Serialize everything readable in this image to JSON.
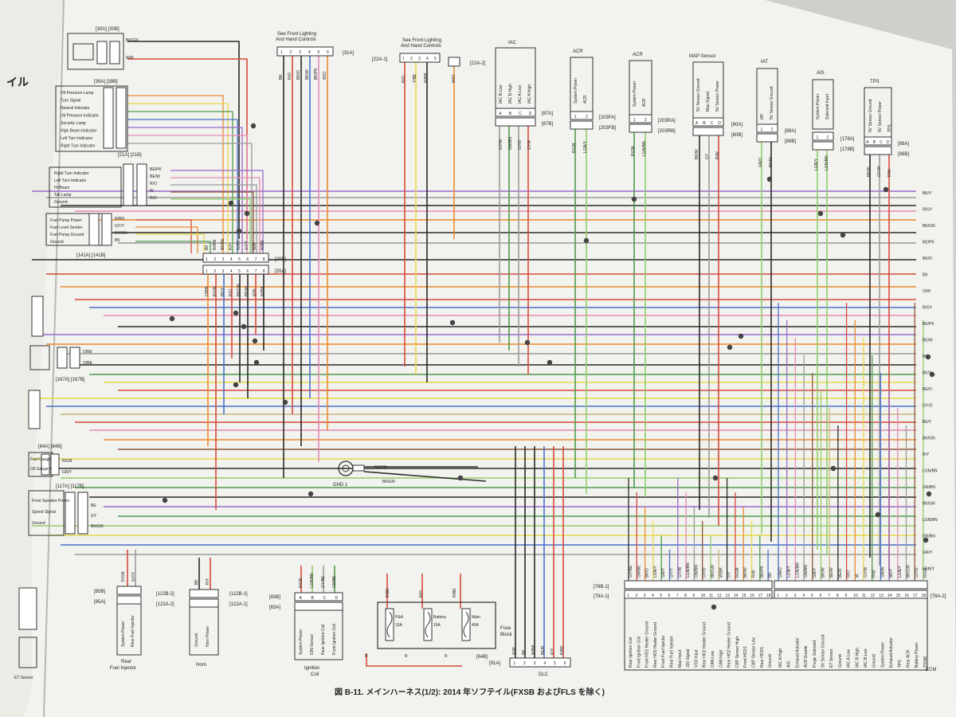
{
  "margin_text": "イル",
  "caption": "図 B-11. メインハーネス(1/2): 2014 年ソフテイル(FXSB およびFLS を除く)",
  "notes": {
    "front_lighting_1": [
      "See Front Lighting",
      "And Hand Controls"
    ],
    "front_lighting_2": [
      "See Front Lighting",
      "And Hand Controls"
    ]
  },
  "connectors": {
    "c30": "[30A]  [30B]",
    "c39": "[39A]  [39B]",
    "c21": "[21A]  [21B]",
    "c141": "[141A]  [141B]",
    "c20b": "[20B]",
    "c20a": "[20A]",
    "c31a": "[31A]",
    "c22a1": "[22A-1]",
    "c22a2": "[22A-2]",
    "c87a": "[87A]",
    "c87b": "[87B]",
    "c203fa": "[203FA]",
    "c203fb": "[203FB]",
    "c203ra": "[203RA]",
    "c203rb": "[203RB]",
    "c80a": "[80A]",
    "c80b": "[80B]",
    "c89a": "[89A]",
    "c89b": "[89B]",
    "c178a": "[178A]",
    "c178b": "[178B]",
    "c88a": "[88A]",
    "c88b": "[88B]",
    "c167": "[167A]  [167B]",
    "c84": "[84A]  [84B]",
    "c117": "[117A]  [117B]",
    "c85b": "[85B]",
    "c85a": "[85A]",
    "c122b2": "[122B-2]",
    "c122a2": "[122A-2]",
    "c122b1": "[122B-1]",
    "c122a1": "[122A-1]",
    "c83b": "[83B]",
    "c83a": "[83A]",
    "c64b": "[64B]",
    "c91a": "[91A]",
    "c78b1": "[78B-1]",
    "c78a1": "[78A-1]",
    "c78a2": "[78A-2]"
  },
  "components": {
    "iac": "IAC",
    "acr_front": "ACR",
    "acr_rear": "ACR",
    "map_sensor": "MAP Sensor",
    "iat": "IAT",
    "ais": "AIS",
    "tps": "TPS",
    "gnd1": "GND 1",
    "rear_fuel_injector": [
      "Rear",
      "Fuel Injector"
    ],
    "horn": "Horn",
    "ignition_coil": [
      "Ignition",
      "Coil"
    ],
    "fuse_block": [
      "Fuse",
      "Block"
    ],
    "dlc": "DLC",
    "ecm": "ECM",
    "fuses": [
      {
        "name": "P&A",
        "rating": "15A"
      },
      {
        "name": "Battery",
        "rating": "15A"
      },
      {
        "name": "Main",
        "rating": "40A"
      }
    ]
  },
  "pin_labels": {
    "ic_ac": [
      "A",
      "B",
      "C",
      "D"
    ],
    "ic_12": [
      "1",
      "2"
    ],
    "ic_123": [
      "1",
      "2",
      "3"
    ],
    "ign_pins": [
      "A",
      "B",
      "C",
      "D"
    ],
    "c20": [
      "1",
      "2",
      "3",
      "4",
      "5",
      "6",
      "7",
      "8"
    ],
    "c31": [
      "1",
      "2",
      "3",
      "4",
      "5",
      "6"
    ],
    "c22": [
      "1",
      "2",
      "3",
      "4",
      "5"
    ],
    "dlc": [
      "1",
      "2",
      "3",
      "4",
      "5",
      "6"
    ],
    "ecm_a": [
      "1",
      "2",
      "3",
      "4",
      "5",
      "6",
      "7",
      "8",
      "9",
      "10",
      "11",
      "12",
      "13",
      "14",
      "15",
      "16",
      "17",
      "18"
    ],
    "ecm_b": [
      "1",
      "2",
      "3",
      "4",
      "5",
      "6",
      "7",
      "8",
      "9",
      "10",
      "11",
      "12",
      "13",
      "14",
      "15",
      "16",
      "17",
      "18"
    ]
  },
  "wire_labels": {
    "gnd": [
      "BK/GN",
      "BK/GN"
    ],
    "c167_side": [
      "O/BE",
      "O/BE"
    ],
    "c117_side": [
      "BE",
      "GY",
      "BK/GN"
    ],
    "c84_side": [
      "R/GN",
      "GN/Y"
    ],
    "c30_side": [
      "BK/GN",
      "W/R"
    ],
    "c21_side": [
      "BE/PK",
      "BE/W",
      "R/O",
      "W",
      "R/O"
    ],
    "c141_side": [
      "R/BN",
      "GY/Y",
      "BK/GN",
      "BK"
    ],
    "right_edge": [
      "BK/Y",
      "R/GY",
      "BK/GN",
      "BE/PK",
      "BK/O",
      "BK",
      "O/W",
      "R/GY",
      "BE/PK",
      "BE/W",
      "BK",
      "BK/Y",
      "BE/O",
      "GY/O",
      "BE/Y",
      "BK/GN",
      "R/Y",
      "LGN/BN",
      "GN/BN",
      "BK/GN",
      "LGN/BN",
      "GN/BN",
      "GN/Y",
      "LGN/Y"
    ],
    "c20_top": [
      "BK",
      "W/BN",
      "BK/BE",
      "R/Y",
      "W/BK",
      "GY/Y",
      "W/R",
      "W/BK"
    ],
    "c20_bottom": [
      "O/BN",
      "R/GN",
      "BE/Y",
      "R/O",
      "BK/GN",
      "BK/W",
      "W/R",
      "W/BK"
    ],
    "c31_bottom": [
      "BK",
      "R/O",
      "BK/O",
      "BE/W",
      "BK/PK",
      "W/O"
    ],
    "c22_bottom": [
      "R/O",
      "Y/BE",
      "W/BK"
    ],
    "c22_single": "W/O",
    "iac_bottom": [
      "GY/W",
      "GN/BN",
      "GY/O",
      "GY/R"
    ],
    "acr_front_bottom": [
      "R/GN",
      "LGN/Y"
    ],
    "acr_rear_bottom": [
      "R/GN",
      "LGN/BN"
    ],
    "map_bottom": [
      "BK/W",
      "GY",
      "R/W"
    ],
    "iat_bottom": [
      "GN/Y",
      "BK/W"
    ],
    "ais_bottom": [
      "LGN/Y",
      "LGN/BN"
    ],
    "tps_bottom": [
      "BK/W",
      "GY/W",
      "R/W"
    ],
    "injector_top": [
      "R/GN",
      "GY/Y"
    ],
    "horn_top": [
      "BK",
      "R/Y"
    ],
    "ign_top": [
      "R/GN",
      "LGN/BN",
      "GY/BE",
      "GN/BE"
    ],
    "fuse_top": [
      "R/BE",
      "R/O",
      "R/BE"
    ],
    "fuse_side": [
      "R",
      "R",
      "R"
    ],
    "dlc_top": [
      "W/R",
      "BK",
      "W/BK",
      "BE/R",
      "R/Y",
      "R/BE"
    ],
    "ecm_a_top": [
      "GY/BE",
      "GN/BE",
      "BK/O",
      "LGN/Y",
      "GN/Y",
      "GY/Y",
      "GY/W",
      "LGN/BN",
      "GN/BN",
      "GY/O",
      "BK/GN",
      "W/BK",
      "GY",
      "R/GN",
      "BK/W",
      "R/W",
      "BK/PK",
      "BK"
    ],
    "ecm_b_top": [
      "GN/O",
      "LGN/Y",
      "LGN/BN",
      "GN/BN",
      "GN/Y",
      "BK/W",
      "BE/W",
      "BE/R",
      "R/O",
      "W",
      "GY/W",
      "R/W",
      "GN/W",
      "BK/Y",
      "LGN/Y",
      "BK/GN",
      "GY/O",
      "R/GN"
    ]
  },
  "pin_functions": {
    "ecm_a": [
      "Rear Ignition Coil",
      "Front Ignition Coil",
      "Front HO2 Heater Ground",
      "Rear HO2 Heater Ground",
      "Front Fuel Injector",
      "Rear Fuel Injector",
      "Map Input",
      "J20 Signal",
      "VSS Input",
      "Rear HO2 Heater Ground",
      "CAN Low",
      "CAN High",
      "Rear HO2 Heater Ground",
      "CKP Sensor High",
      "Front HO2S",
      "CKP Sensor Low",
      "Rear HO2S",
      "Ground"
    ],
    "ecm_b": [
      "IAC A High",
      "AIS",
      "Exhaust Actuator",
      "ACR Enable",
      "Purge Solenoid",
      "5V Sensor Ground",
      "ET Sensor",
      "Ground",
      "IAC A Low",
      "IAC B High",
      "IAC B Low",
      "Ground",
      "System Power",
      "Exhaust Actuator",
      "TPS",
      "Rear ACR",
      "Battery Power",
      "TSSM"
    ],
    "iac": [
      "IAC B Low",
      "IAC B High",
      "IAC A Low",
      "IAC A High"
    ],
    "acr_front": [
      "System Power",
      "ACR"
    ],
    "acr_rear": [
      "System Power",
      "ACR"
    ],
    "map": [
      "5V Sensor Ground",
      "Map Signal",
      "5V Sensor Power"
    ],
    "iat": [
      "IAT",
      "5V Sensor Ground"
    ],
    "ais": [
      "System Power",
      "Solenoid Input"
    ],
    "tps": [
      "5V Sensor Ground",
      "5V Sensor Power",
      "TPS"
    ],
    "injector": [
      "System Power",
      "Rear Fuel Injector"
    ],
    "horn": [
      "Ground",
      "Horn Power"
    ],
    "ign": [
      "System Power",
      "ION Sensor",
      "Rear Ignition Coil",
      "Front Ignition Coil"
    ],
    "c39": [
      "Oil Pressure Lamp",
      "Turn Signal",
      "Neutral Indicator",
      "Oil Pressure Indicator",
      "Security Lamp",
      "High Beam Indicator",
      "Left Turn Indicator",
      "Right Turn Indicator"
    ],
    "c21": [
      "Right Turn Indicator",
      "Left Turn Indicator",
      "Hi Beam",
      "Tail Lamp",
      "Ground"
    ],
    "c141": [
      "Fuel Pump Power",
      "Fuel Level Sender",
      "Fuel Pump Ground",
      "Ground"
    ],
    "c117": [
      "Front Speaker Power",
      "Speed Signal",
      "Ground"
    ],
    "c84": [
      "Fuel Gauge",
      "Oil Gauge"
    ],
    "lower_left": [
      "ET Sensor"
    ],
    "lower_left_label": "ET Sensor"
  },
  "colors": {
    "paper": "#f2f2ef",
    "ink": "#222222",
    "wire_black": "#2a2a2a",
    "wire_red": "#d64a3a",
    "wire_orange": "#e98a2e",
    "wire_yellow": "#e8d84a",
    "wire_green": "#4f9a4a",
    "wire_lightgreen": "#8fcf6a",
    "wire_blue": "#4a72c8",
    "wire_violet": "#9a6ac8",
    "wire_pink": "#e58ab4",
    "wire_grey": "#9a9a9a",
    "wire_brown": "#8a5a3a",
    "wire_tan": "#c8b47a"
  }
}
